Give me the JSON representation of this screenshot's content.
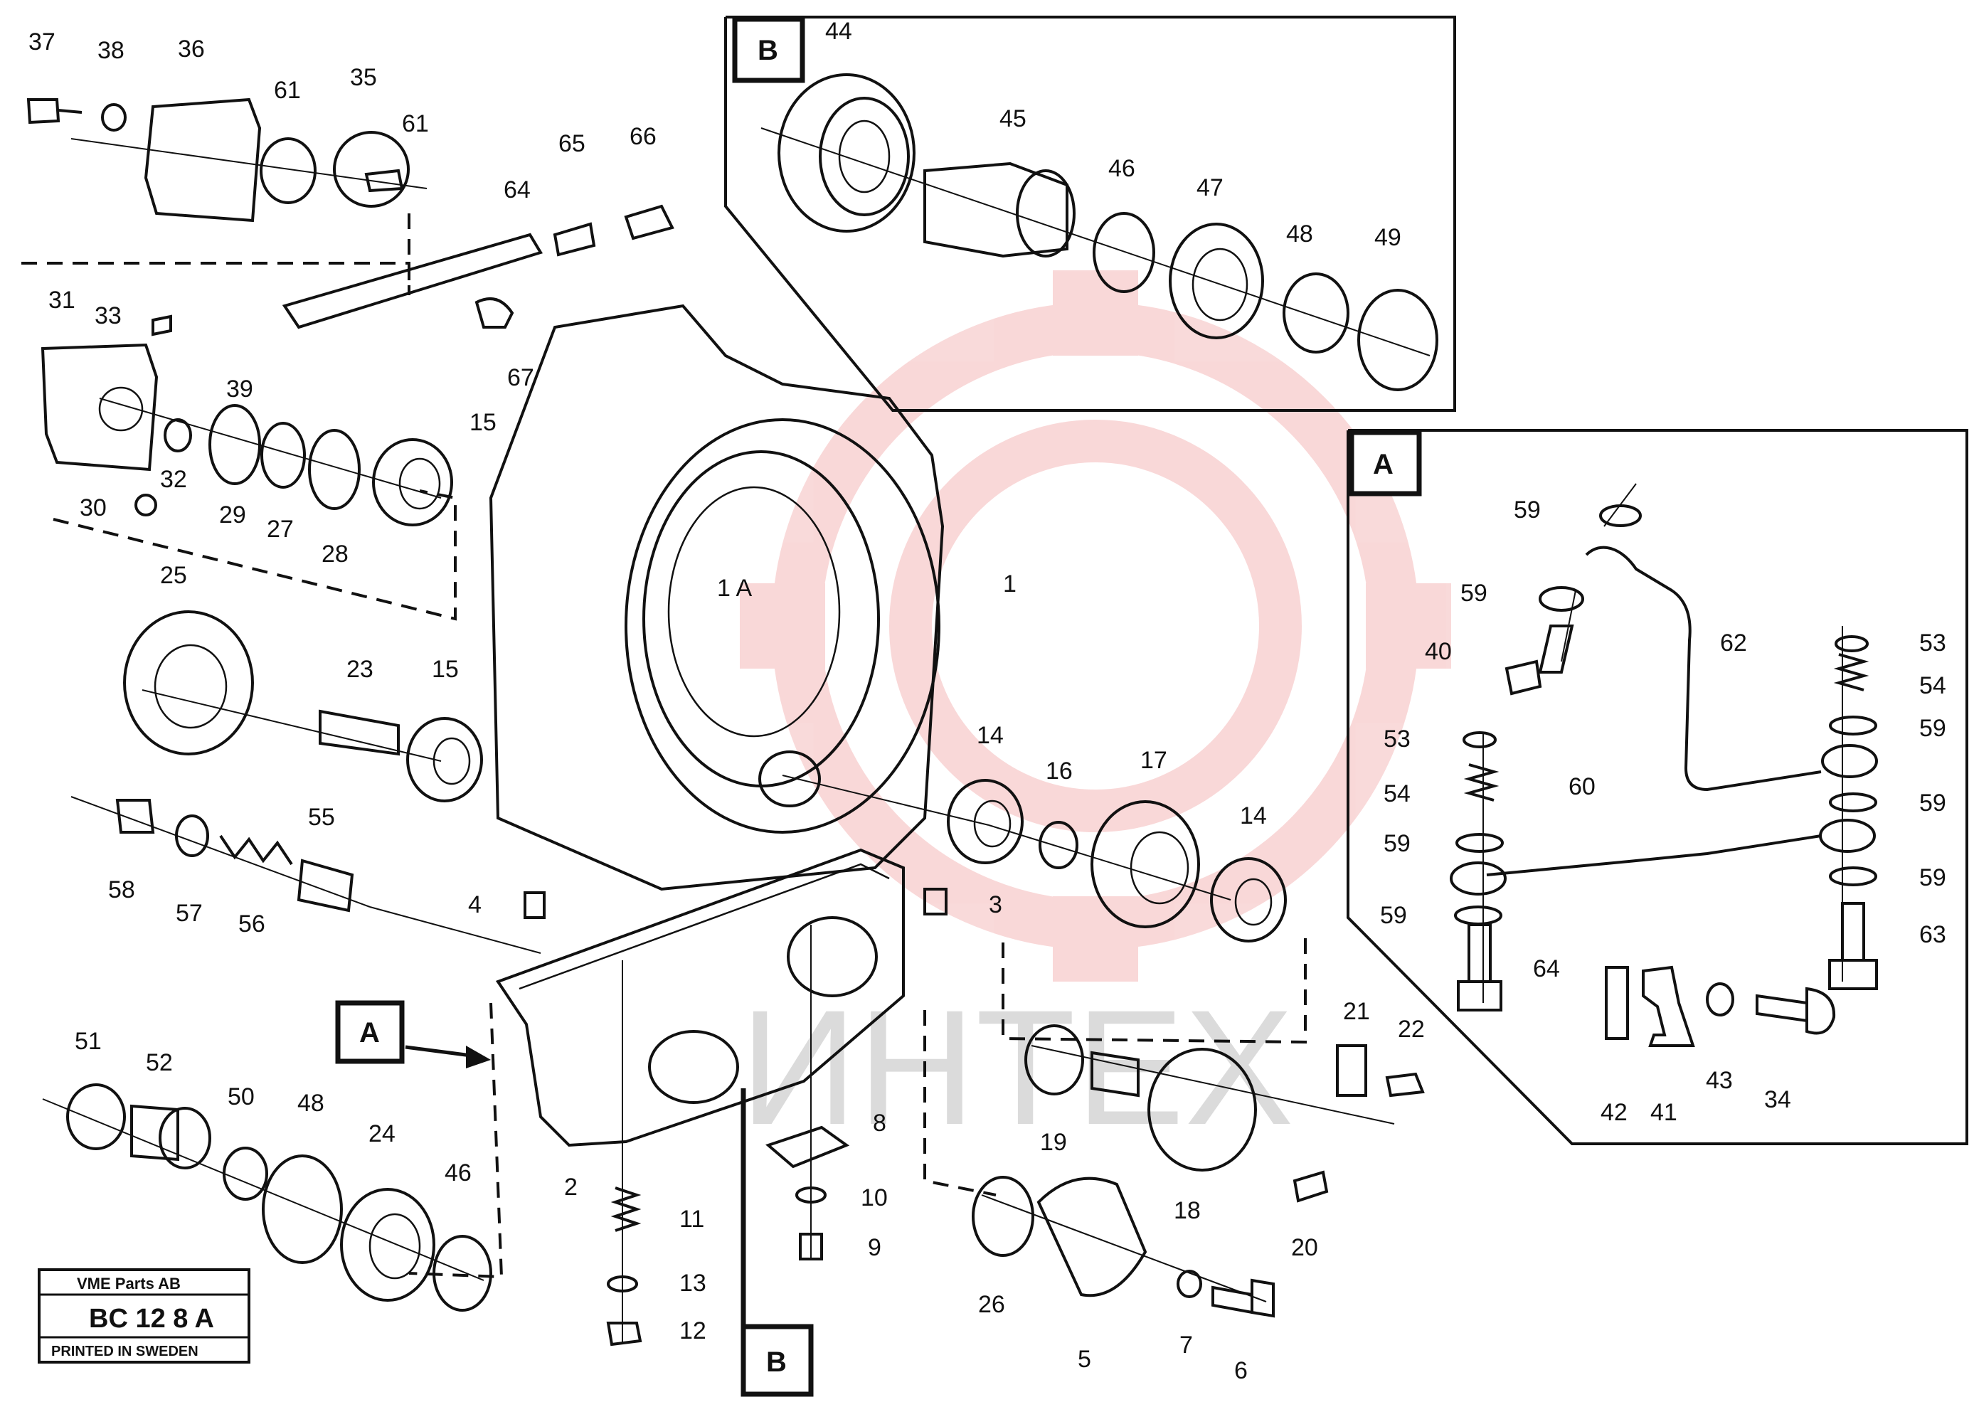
{
  "detail_a": {
    "label": "A"
  },
  "detail_b": {
    "label": "B"
  },
  "pointer_a": {
    "label": "A"
  },
  "pointer_b": {
    "label": "B"
  },
  "watermark": {
    "text": "ИНТЕХ"
  },
  "stamp": {
    "company": "VME Parts AB",
    "code": "BC 12 8  A",
    "printed": "PRINTED IN SWEDEN"
  },
  "callouts": {
    "c37": "37",
    "c38": "38",
    "c36": "36",
    "c61a": "61",
    "c35": "35",
    "c61b": "61",
    "c64a": "64",
    "c65": "65",
    "c66": "66",
    "c31": "31",
    "c33": "33",
    "c67": "67",
    "c39": "39",
    "c15a": "15",
    "c32": "32",
    "c30": "30",
    "c29": "29",
    "c27": "27",
    "c28": "28",
    "c25": "25",
    "c23": "23",
    "c15b": "15",
    "c1a": "1 A",
    "c1": "1",
    "c14a": "14",
    "c16": "16",
    "c17": "17",
    "c14b": "14",
    "c58": "58",
    "c57": "57",
    "c56": "56",
    "c55": "55",
    "c4": "4",
    "c3": "3",
    "c51": "51",
    "c52": "52",
    "c50": "50",
    "c48a": "48",
    "c24": "24",
    "c46a": "46",
    "c2": "2",
    "c8": "8",
    "c10": "10",
    "c9": "9",
    "c11": "11",
    "c13": "13",
    "c12": "12",
    "c19": "19",
    "c18": "18",
    "c21": "21",
    "c22": "22",
    "c20": "20",
    "c26": "26",
    "c5": "5",
    "c7": "7",
    "c6": "6",
    "c44": "44",
    "c45": "45",
    "c46b": "46",
    "c47": "47",
    "c48b": "48",
    "c49": "49",
    "c59a": "59",
    "c59b": "59",
    "c40": "40",
    "c62": "62",
    "c53a": "53",
    "c54a": "54",
    "c59c": "59",
    "c53b": "53",
    "c54b": "54",
    "c59d": "59",
    "c60": "60",
    "c59e": "59",
    "c59f": "59",
    "c59g": "59",
    "c63": "63",
    "c64b": "64",
    "c42": "42",
    "c41": "41",
    "c43": "43",
    "c34": "34"
  }
}
